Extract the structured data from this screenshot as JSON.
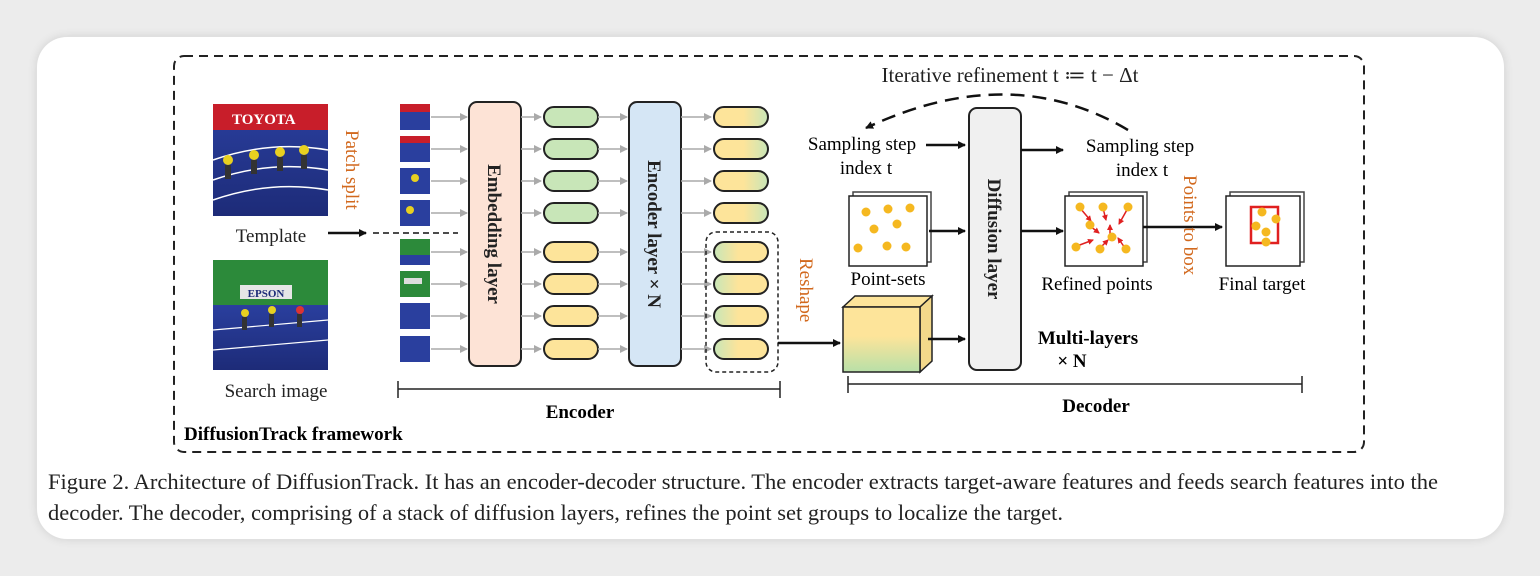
{
  "figure": {
    "framework_label": "DiffusionTrack framework",
    "template_label": "Template",
    "search_label": "Search image",
    "patch_split_label": "Patch split",
    "embedding_label": "Embedding layer",
    "encoder_layer_label": "Encoder layer × N",
    "reshape_label": "Reshape",
    "encoder_label": "Encoder",
    "iterative_label": "Iterative refinement  t ≔ t − Δt",
    "sampling_left_line1": "Sampling step",
    "sampling_left_line2": "index t",
    "sampling_right_line1": "Sampling step",
    "sampling_right_line2": "index t",
    "pointsets_label": "Point-sets",
    "diffusion_label": "Diffusion layer",
    "refined_label": "Refined points",
    "points_to_box_label": "Points to box",
    "final_label": "Final target",
    "multilayers_line1": "Multi-layers",
    "multilayers_line2": "× N",
    "decoder_label": "Decoder",
    "template_banner_text": "TOYOTA",
    "search_banner_text": "EPSON",
    "colors": {
      "green_token": "#c8e6b8",
      "yellow_token": "#fde49a",
      "embedding_fill": "#fde3d6",
      "encoder_fill": "#d5e6f5",
      "diffusion_fill": "#f0f0f0",
      "accent_orange": "#d2691e",
      "point_yellow": "#f5b820",
      "arrow_red": "#e02020"
    }
  },
  "caption": "Figure 2. Architecture of DiffusionTrack. It has an encoder-decoder structure. The encoder extracts target-aware features and feeds search features into the decoder. The decoder, comprising of a stack of diffusion layers, refines the point set groups to localize the target."
}
